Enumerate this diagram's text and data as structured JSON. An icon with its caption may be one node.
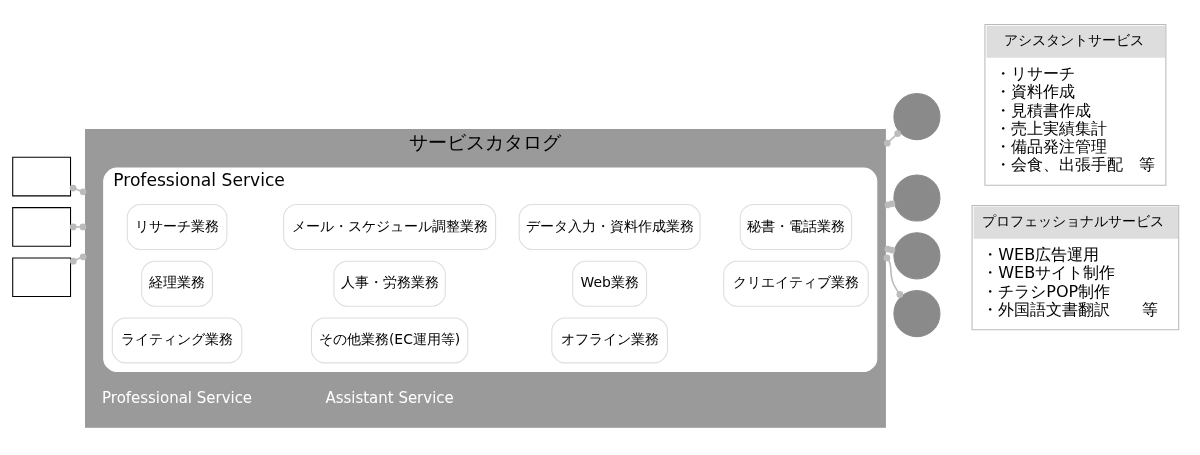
{
  "diagram": {
    "nodes": [
      {
        "text": [],
        "shape": "box"
      },
      {
        "text": [],
        "shape": "box"
      },
      {
        "text": [],
        "shape": "box"
      },
      {
        "text": [
          "サービスカタログ"
        ]
      },
      {
        "text": [
          "Professional Service"
        ],
        "in": 3
      },
      {
        "text": [
          "リサーチ業務"
        ],
        "in": 4
      },
      {
        "text": [
          "メール・スケジュール調整業務"
        ],
        "in": 4
      },
      {
        "text": [
          "データ入力・資料作成業務"
        ],
        "in": 4
      },
      {
        "text": [
          "秘書・電話業務"
        ],
        "in": 4
      },
      {
        "text": [
          "経理業務"
        ],
        "in": 4
      },
      {
        "text": [
          "人事・労務業務"
        ],
        "in": 4
      },
      {
        "text": [
          "Web業務"
        ],
        "in": 4
      },
      {
        "text": [
          "クリエイティブ業務"
        ],
        "in": 4
      },
      {
        "text": [
          "ライティング業務"
        ],
        "in": 4
      },
      {
        "text": [
          "その他業務(EC運用等)"
        ],
        "in": 4
      },
      {
        "text": [
          "オフライン業務"
        ],
        "in": 4
      },
      {
        "text": [],
        "shape": "person"
      },
      {
        "text": [],
        "shape": "person"
      },
      {
        "text": [],
        "shape": "person"
      },
      {
        "text": [],
        "shape": "person"
      },
      {
        "text": [
          "アシスタントサービス",
          "・リサーチ",
          "・資料作成",
          "・見積書作成",
          "・売上実績集計",
          "・備品発注管理",
          "・会食、出張手配　等"
        ]
      },
      {
        "text": [
          "プロフェッショナルサービス",
          "・WEB広告運用",
          "・WEBサイト制作",
          "・チラシPOP制作",
          "・外国語文書翻訳　　等"
        ]
      }
    ],
    "edges": [
      {
        "from": 0,
        "to": 3,
        "arrow": "other"
      },
      {
        "from": 1,
        "to": 3,
        "arrow": "other"
      },
      {
        "from": 2,
        "to": 3,
        "arrow": "other"
      },
      {
        "from": 3,
        "to": 16,
        "arrow": "other"
      },
      {
        "from": 3,
        "to": 17,
        "arrow": "other"
      },
      {
        "from": 3,
        "to": 18,
        "arrow": "other"
      },
      {
        "from": 3,
        "to": 19,
        "arrow": "other"
      }
    ],
    "labels": [
      "Professional Service",
      "Assistant Service"
    ]
  }
}
